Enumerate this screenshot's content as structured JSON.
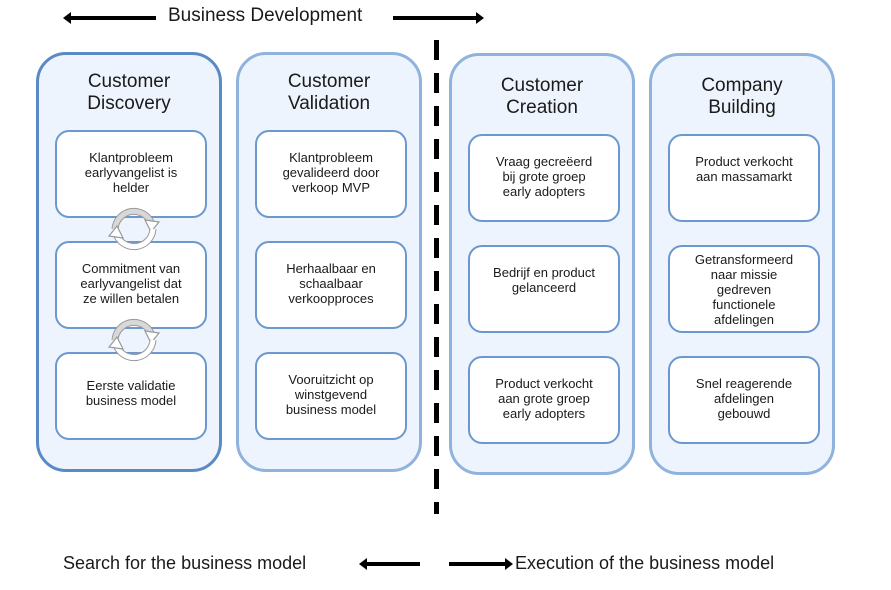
{
  "header": {
    "title": "Business Development"
  },
  "columns": [
    {
      "title": "Customer\nDiscovery",
      "cards": [
        "Klantprobleem\nearlyvangelist is\nhelder",
        "Commitment van\nearlyvangelist dat\nze willen betalen",
        "Eerste validatie\nbusiness model"
      ],
      "icons": [
        "cycle-arrows-icon",
        "cycle-arrows-icon"
      ]
    },
    {
      "title": "Customer\nValidation",
      "cards": [
        "Klantprobleem\ngevalideerd door\nverkoop MVP",
        "Herhaalbaar en\nschaalbaar\nverkoopproces",
        "Vooruitzicht op\nwinstgevend\nbusiness model"
      ]
    },
    {
      "title": "Customer\nCreation",
      "cards": [
        "Vraag gecreëerd\nbij grote groep\nearly adopters",
        "Bedrijf en product\ngelanceerd",
        "Product verkocht\naan grote groep\nearly adopters"
      ]
    },
    {
      "title": "Company\nBuilding",
      "cards": [
        "Product verkocht\naan massamarkt",
        "Getransformeerd\nnaar missie\ngedreven\nfunctionele\nafdelingen",
        "Snel reagerende\nafdelingen\ngebouwd"
      ]
    }
  ],
  "footer": {
    "left_label": "Search for the business model",
    "right_label": "Execution of the business model"
  },
  "colors": {
    "column_fill": "#eef4fd",
    "column_border_active": "#5a8ac6",
    "column_border": "#8fb3dd",
    "card_border": "#6b98cf",
    "cycle_arrow": "#b8b8b8"
  }
}
